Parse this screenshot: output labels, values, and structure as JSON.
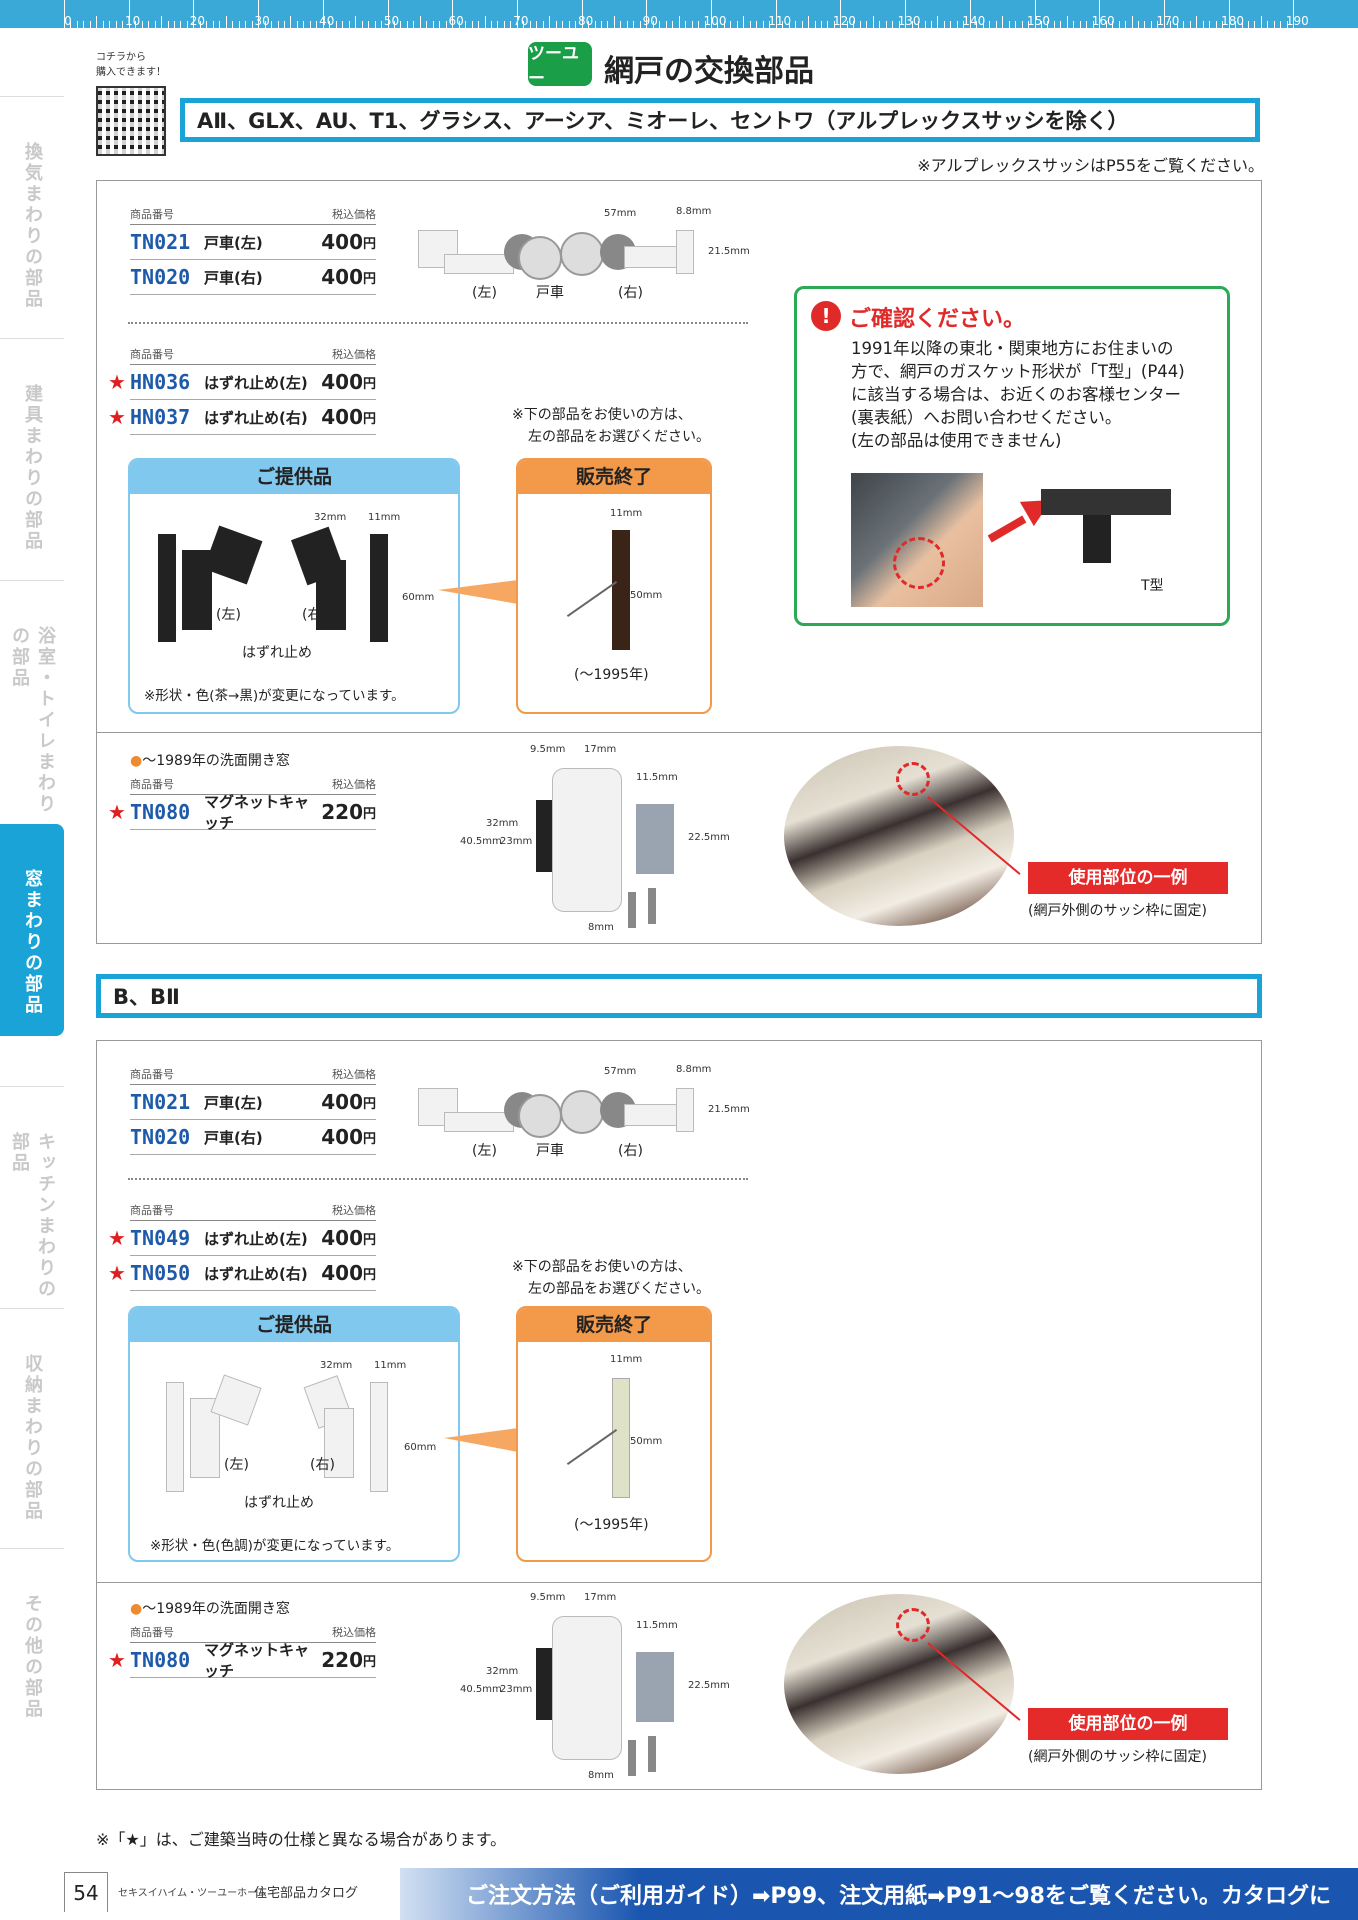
{
  "ruler": {
    "labels": [
      "0",
      "10",
      "20",
      "30",
      "40",
      "50",
      "60",
      "70",
      "80",
      "90",
      "100",
      "110",
      "120",
      "130",
      "140",
      "150",
      "160",
      "170",
      "180",
      "190"
    ]
  },
  "side_tabs": [
    {
      "label": "換気まわりの部品",
      "active": false
    },
    {
      "label": "建具まわりの部品",
      "active": false
    },
    {
      "label": "浴室・トイレまわりの部品",
      "active": false
    },
    {
      "label": "窓まわりの部品",
      "active": true
    },
    {
      "label": "キッチンまわりの部品",
      "active": false
    },
    {
      "label": "収納まわりの部品",
      "active": false
    },
    {
      "label": "その他の部品",
      "active": false
    }
  ],
  "header": {
    "qr_text_1": "コチラから",
    "qr_text_2": "購入できます！",
    "logo": "ツーユー",
    "title": "網戸の交換部品"
  },
  "section1": {
    "heading": "AⅡ、GLX、AU、T1、グラシス、アーシア、ミオーレ、セントワ（アルプレックスサッシを除く）",
    "note": "※アルプレックスサッシはP55をご覧ください。",
    "table_head": {
      "code": "商品番号",
      "price": "税込価格"
    },
    "rollers": [
      {
        "code": "TN021",
        "name": "戸車(左)",
        "price": "400",
        "yen": "円",
        "star": false
      },
      {
        "code": "TN020",
        "name": "戸車(右)",
        "price": "400",
        "yen": "円",
        "star": false
      }
    ],
    "roller_labels": {
      "left": "(左)",
      "center": "戸車",
      "right": "(右)",
      "d1": "57mm",
      "d2": "8.8mm",
      "d3": "21.5mm"
    },
    "stoppers": [
      {
        "code": "HN036",
        "name": "はずれ止め(左)",
        "price": "400",
        "yen": "円",
        "star": "★"
      },
      {
        "code": "HN037",
        "name": "はずれ止め(右)",
        "price": "400",
        "yen": "円",
        "star": "★"
      }
    ],
    "use_note_1": "※下の部品をお使いの方は、",
    "use_note_2": "左の部品をお選びください。",
    "supply_box": {
      "title": "ご提供品",
      "left": "(左)",
      "right": "(右)",
      "name": "はずれ止め",
      "note": "※形状・色(茶→黒)が変更になっています。",
      "d1": "32mm",
      "d2": "11mm",
      "d3": "60mm"
    },
    "ended_box": {
      "title": "販売終了",
      "year": "(〜1995年)",
      "d1": "11mm",
      "d2": "50mm"
    },
    "confirm": {
      "title": "ご確認ください。",
      "lines": [
        "1991年以降の東北・関東地方にお住まいの",
        "方で、網戸のガスケット形状が「T型」(P44)",
        "に該当する場合は、お近くのお客様センター",
        "(裏表紙）へお問い合わせください。",
        "(左の部品は使用できません)"
      ],
      "tlabel": "T型"
    },
    "catch_note": "〜1989年の洗面開き窓",
    "catch": [
      {
        "code": "TN080",
        "name": "マグネットキャッチ",
        "price": "220",
        "yen": "円",
        "star": "★"
      }
    ],
    "catch_dims": {
      "a": "9.5mm",
      "b": "17mm",
      "c": "11.5mm",
      "d": "32mm",
      "e": "40.5mm",
      "f": "23mm",
      "g": "22.5mm",
      "h": "8mm"
    },
    "usage_label": "使用部位の一例",
    "usage_note": "(網戸外側のサッシ枠に固定)"
  },
  "section2": {
    "heading": "B、BⅡ",
    "table_head": {
      "code": "商品番号",
      "price": "税込価格"
    },
    "rollers": [
      {
        "code": "TN021",
        "name": "戸車(左)",
        "price": "400",
        "yen": "円",
        "star": false
      },
      {
        "code": "TN020",
        "name": "戸車(右)",
        "price": "400",
        "yen": "円",
        "star": false
      }
    ],
    "roller_labels": {
      "left": "(左)",
      "center": "戸車",
      "right": "(右)",
      "d1": "57mm",
      "d2": "8.8mm",
      "d3": "21.5mm"
    },
    "stoppers": [
      {
        "code": "TN049",
        "name": "はずれ止め(左)",
        "price": "400",
        "yen": "円",
        "star": "★"
      },
      {
        "code": "TN050",
        "name": "はずれ止め(右)",
        "price": "400",
        "yen": "円",
        "star": "★"
      }
    ],
    "use_note_1": "※下の部品をお使いの方は、",
    "use_note_2": "左の部品をお選びください。",
    "supply_box": {
      "title": "ご提供品",
      "left": "(左)",
      "right": "(右)",
      "name": "はずれ止め",
      "note": "※形状・色(色調)が変更になっています。",
      "d1": "32mm",
      "d2": "11mm",
      "d3": "60mm"
    },
    "ended_box": {
      "title": "販売終了",
      "year": "(〜1995年)",
      "d1": "11mm",
      "d2": "50mm"
    },
    "catch_note": "〜1989年の洗面開き窓",
    "catch": [
      {
        "code": "TN080",
        "name": "マグネットキャッチ",
        "price": "220",
        "yen": "円",
        "star": "★"
      }
    ],
    "catch_dims": {
      "a": "9.5mm",
      "b": "17mm",
      "c": "11.5mm",
      "d": "32mm",
      "e": "40.5mm",
      "f": "23mm",
      "g": "22.5mm",
      "h": "8mm"
    },
    "usage_label": "使用部位の一例",
    "usage_note": "(網戸外側のサッシ枠に固定)"
  },
  "bottom_note": "※「★」は、ご建築当時の仕様と異なる場合があります。",
  "footer": {
    "page": "54",
    "brand": "セキスイハイム・ツーユーホーム",
    "catalog": "住宅部品カタログ",
    "bar_text": "ご注文方法（ご利用ガイド）➡P99、注文用紙➡P91〜98をご覧ください。カタログに"
  },
  "colors": {
    "accent": "#1aa3d6",
    "green": "#1a9e48",
    "red": "#e02a2a",
    "orange": "#f39a4a",
    "code_blue": "#1e5aa8"
  }
}
